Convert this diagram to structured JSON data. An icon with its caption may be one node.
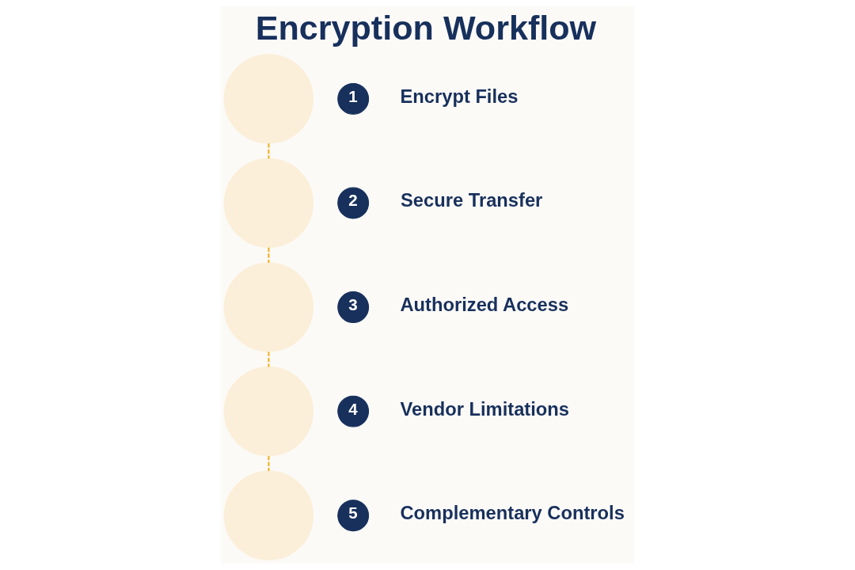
{
  "diagram": {
    "title": "Encryption Workflow",
    "nodes": [
      {
        "text": [],
        "shape": "circle"
      },
      {
        "text": [
          "1"
        ],
        "beside": [
          "Encrypt Files"
        ]
      },
      {
        "text": [],
        "shape": "circle"
      },
      {
        "text": [
          "2"
        ],
        "beside": [
          "Secure Transfer"
        ]
      },
      {
        "text": [],
        "shape": "circle"
      },
      {
        "text": [
          "3"
        ],
        "beside": [
          "Authorized Access"
        ]
      },
      {
        "text": [],
        "shape": "circle"
      },
      {
        "text": [
          "4"
        ],
        "beside": [
          "Vendor Limitations"
        ]
      },
      {
        "text": [],
        "shape": "circle"
      },
      {
        "text": [
          "5"
        ],
        "beside": [
          "Complementary Controls"
        ]
      }
    ],
    "edges": [
      {
        "from": 0,
        "to": 2,
        "arrow": "none",
        "style": "dashed"
      },
      {
        "from": 2,
        "to": 4,
        "arrow": "none",
        "style": "dashed"
      },
      {
        "from": 4,
        "to": 6,
        "arrow": "none",
        "style": "dashed"
      },
      {
        "from": 6,
        "to": 8,
        "arrow": "none",
        "style": "dashed"
      }
    ]
  }
}
